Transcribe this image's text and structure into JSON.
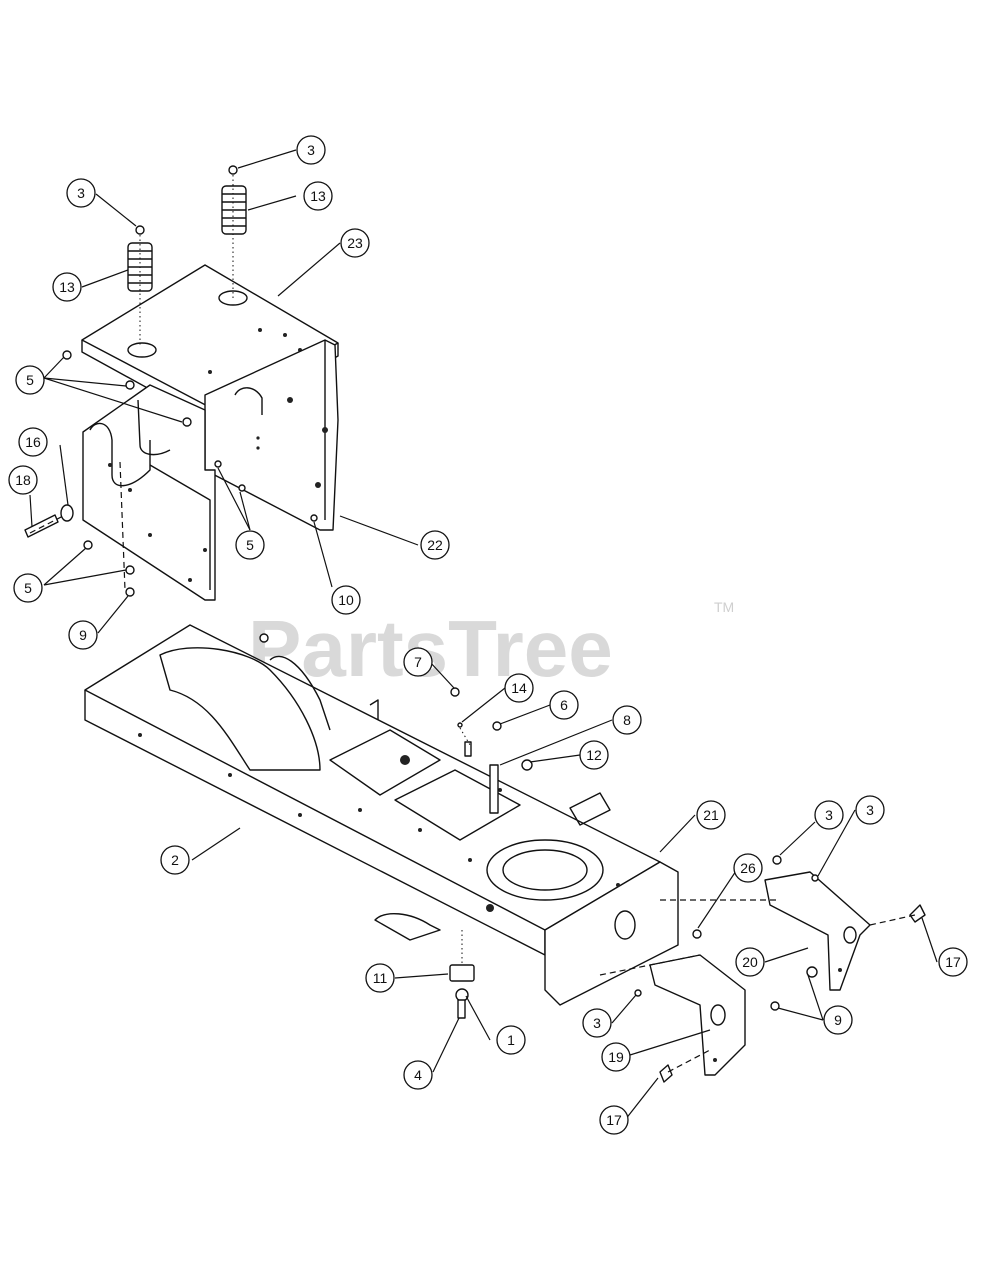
{
  "watermark": {
    "brand": "PartsTree",
    "mark": "TM"
  },
  "callouts": {
    "c1": "1",
    "c2": "2",
    "c3": "3",
    "c4": "4",
    "c5": "5",
    "c6": "6",
    "c7": "7",
    "c8": "8",
    "c9": "9",
    "c10": "10",
    "c11": "11",
    "c12": "12",
    "c13": "13",
    "c14": "14",
    "c16": "16",
    "c17": "17",
    "c18": "18",
    "c19": "19",
    "c20": "20",
    "c21": "21",
    "c22": "22",
    "c23": "23",
    "c26": "26"
  }
}
